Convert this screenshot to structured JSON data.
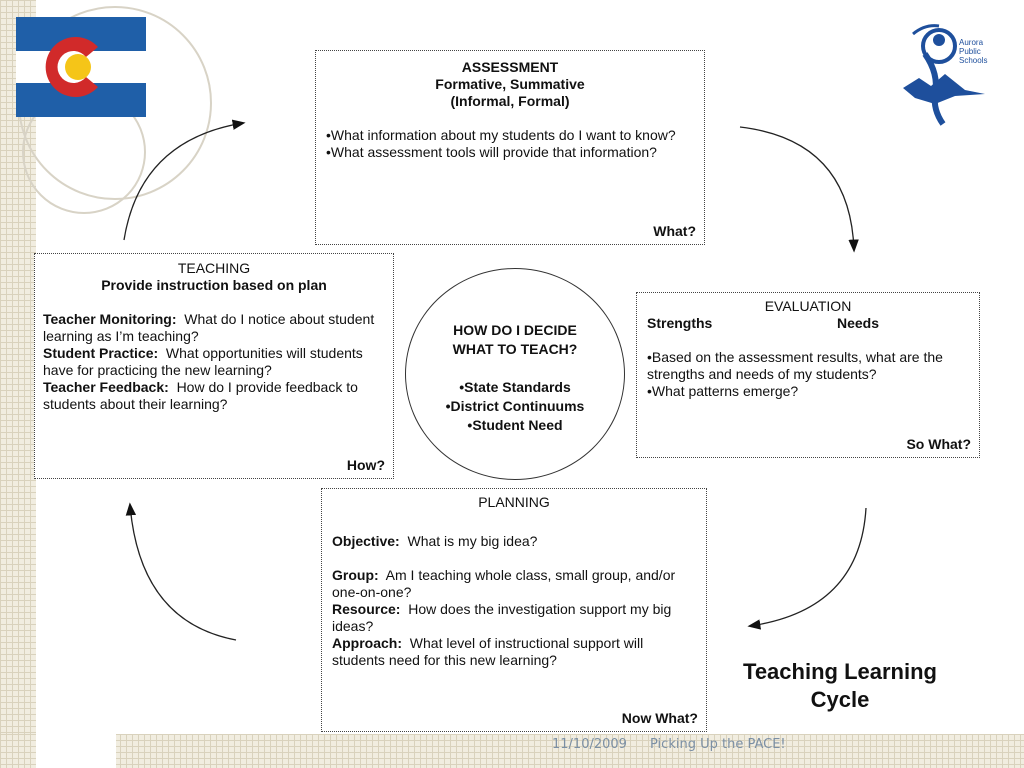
{
  "assessment": {
    "title": "ASSESSMENT",
    "subtitle": "Formative, Summative",
    "subtitle2": "(Informal, Formal)",
    "bullet1": "•What information about my students do I want to know?",
    "bullet2": "•What assessment tools will provide that information?",
    "question": "What?"
  },
  "teaching": {
    "title": "TEACHING",
    "subtitle": "Provide instruction based on plan",
    "items": [
      {
        "label": "Teacher Monitoring:",
        "text": "  What do I notice about student learning as I’m teaching?"
      },
      {
        "label": "Student Practice:",
        "text": "  What opportunities will students have for practicing the new learning?"
      },
      {
        "label": "Teacher Feedback:",
        "text": "  How do I provide feedback to students about their learning?"
      }
    ],
    "question": "How?"
  },
  "evaluation": {
    "title": "EVALUATION",
    "strengths": "Strengths",
    "needs": "Needs",
    "bullet1": "•Based on the assessment results, what are the strengths and needs of my students?",
    "bullet2": "•What patterns emerge?",
    "question": "So What?"
  },
  "planning": {
    "title": "PLANNING",
    "items": [
      {
        "label": "Objective:",
        "text": "  What is my big idea?"
      },
      {
        "label": "Group:",
        "text": "  Am I teaching whole class, small group, and/or one-on-one?"
      },
      {
        "label": "Resource:",
        "text": "  How does the investigation support my big ideas?"
      },
      {
        "label": "Approach:",
        "text": "  What level of instructional support will students need for this new learning?"
      }
    ],
    "question": "Now What?"
  },
  "center": {
    "line1": "HOW DO I DECIDE",
    "line2": "WHAT TO TEACH?",
    "item1": "•State Standards",
    "item2": "•District Continuums",
    "item3": "•Student Need"
  },
  "cycle_title": {
    "line1": "Teaching Learning",
    "line2": "Cycle"
  },
  "footer": {
    "date": "11/10/2009",
    "title": "Picking Up the PACE!"
  },
  "logo": {
    "text1": "Aurora",
    "text2": "Public",
    "text3": "Schools"
  },
  "colors": {
    "flag_blue": "#1f5fa8",
    "flag_red": "#d12a2a",
    "flag_gold": "#f5c518",
    "logo_blue": "#1e4f9c"
  }
}
